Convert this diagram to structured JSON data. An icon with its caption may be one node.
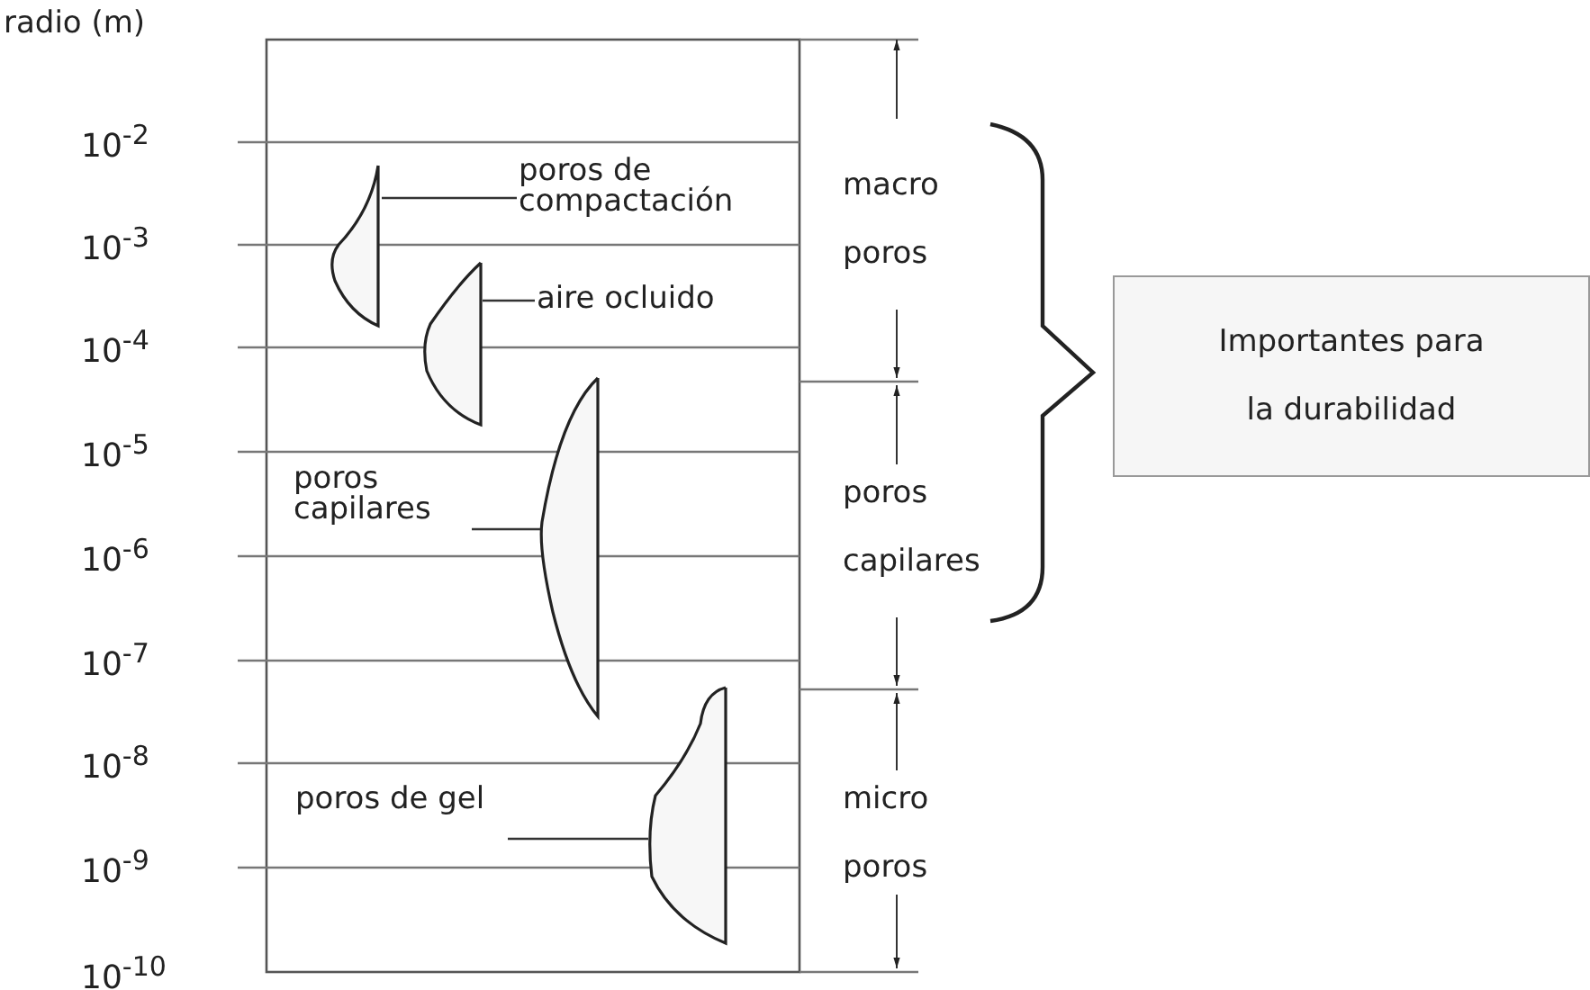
{
  "diagram": {
    "nodes": [
      {
        "text": [
          "poros de compactación"
        ]
      },
      {
        "text": [],
        "shape": "lens"
      },
      {
        "text": [
          "aire ocluido"
        ]
      },
      {
        "text": [],
        "shape": "lens"
      },
      {
        "text": [
          "poros capilares"
        ]
      },
      {
        "text": [],
        "shape": "lens"
      },
      {
        "text": [
          "poros de gel"
        ]
      },
      {
        "text": [],
        "shape": "lens"
      },
      {
        "text": [
          "Importantes para la durabilidad"
        ]
      }
    ],
    "edges": [
      {
        "from": 0,
        "to": 1,
        "arrow": "none"
      },
      {
        "from": 2,
        "to": 3,
        "arrow": "none"
      },
      {
        "from": 4,
        "to": 5,
        "arrow": "none"
      },
      {
        "from": 6,
        "to": 7,
        "arrow": "none"
      }
    ],
    "labels": [
      "radio (m)",
      "10$^{-2}$",
      "10$^{-3}$",
      "10$^{-4}$",
      "10$^{-5}$",
      "10$^{-6}$",
      "10$^{-7}$",
      "10$^{-8}$",
      "10$^{-9}$",
      "10$^{-10}$",
      "macro poros",
      "poros capilares",
      "micro poros"
    ]
  }
}
